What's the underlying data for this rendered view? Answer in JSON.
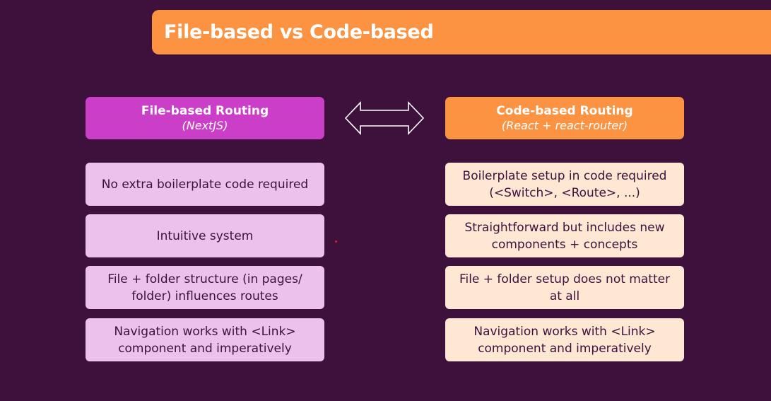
{
  "title": "File-based vs Code-based",
  "left_column": {
    "heading": "File-based Routing",
    "subheading": "(NextJS)",
    "items": [
      "No extra boilerplate code required",
      "Intuitive system",
      "File + folder structure (in pages/ folder) influences routes",
      "Navigation works with <Link> component and imperatively"
    ]
  },
  "right_column": {
    "heading": "Code-based Routing",
    "subheading": "(React + react-router)",
    "items": [
      "Boilerplate setup in code required (<Switch>, <Route>, ...)",
      "Straightforward but includes new components + concepts",
      "File + folder setup does not matter at all",
      "Navigation works with <Link> component and imperatively"
    ]
  },
  "colors": {
    "background": "#3d113b",
    "accent_orange": "#fb9342",
    "accent_magenta": "#cb3fc8",
    "left_item_bg": "#ecc2eb",
    "right_item_bg": "#fee7d3"
  },
  "icons": {
    "comparison_arrow": "double-headed-arrow-icon"
  }
}
